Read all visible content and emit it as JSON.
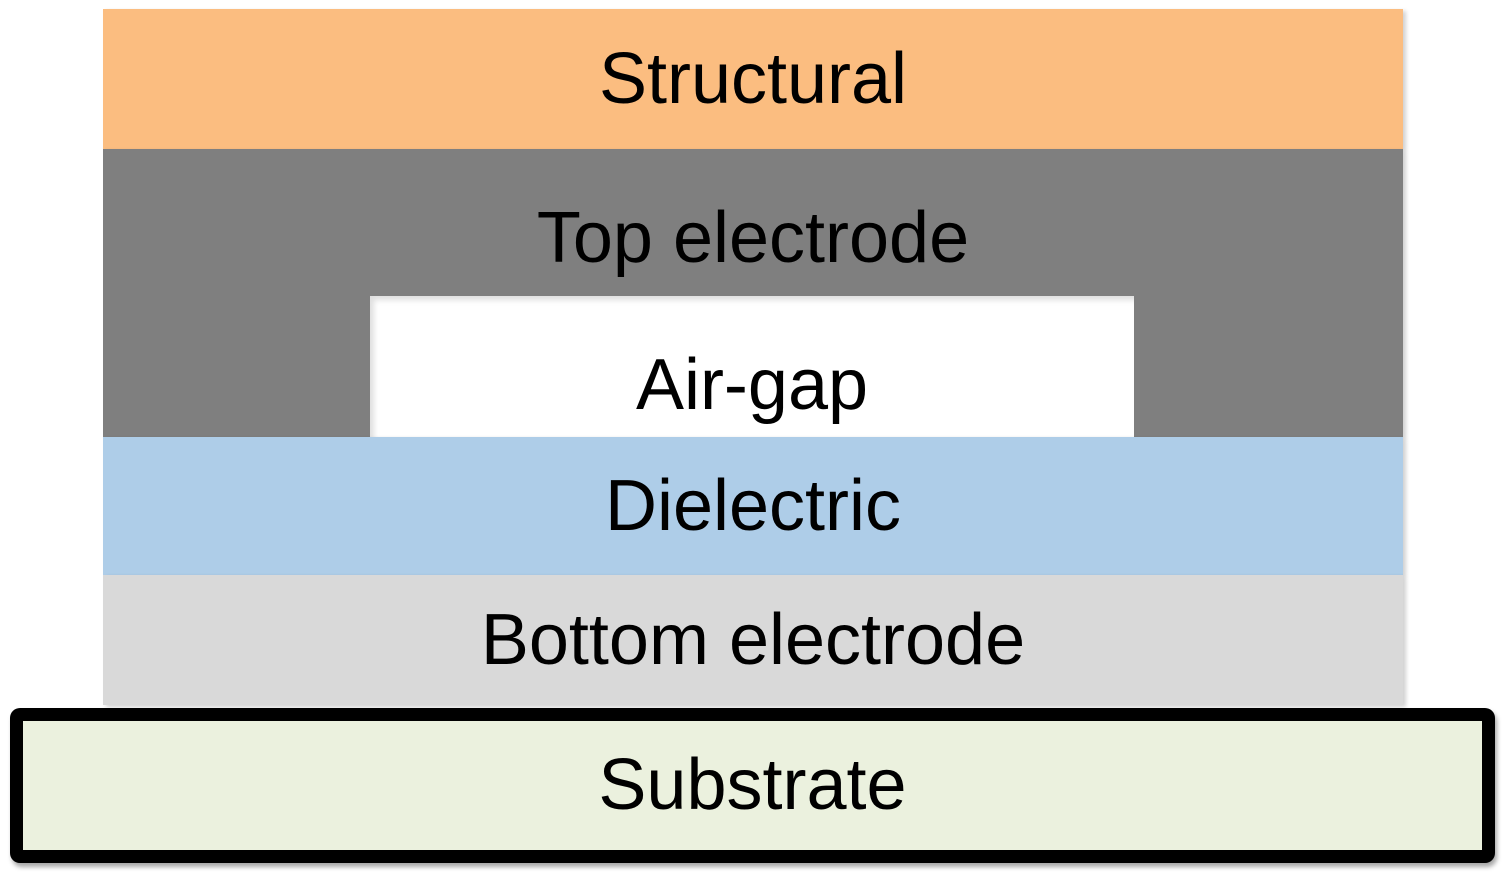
{
  "diagram": {
    "type": "layer-stack-cross-section",
    "background_color": "#FFFFFF",
    "text_color": "#000000",
    "layers": {
      "structural": {
        "label": "Structural",
        "color": "#FBBD80"
      },
      "top_electrode": {
        "label": "Top electrode",
        "color": "#7F7F7F"
      },
      "air_gap": {
        "label": "Air-gap",
        "color": "#FFFFFF"
      },
      "dielectric": {
        "label": "Dielectric",
        "color": "#AECDE8"
      },
      "bottom_electrode": {
        "label": "Bottom electrode",
        "color": "#D9D9D9"
      },
      "substrate": {
        "label": "Substrate",
        "color": "#EBF1DE",
        "border_color": "#000000"
      }
    },
    "layer_order_top_to_bottom": [
      "structural",
      "top_electrode",
      "air_gap",
      "dielectric",
      "bottom_electrode",
      "substrate"
    ]
  }
}
